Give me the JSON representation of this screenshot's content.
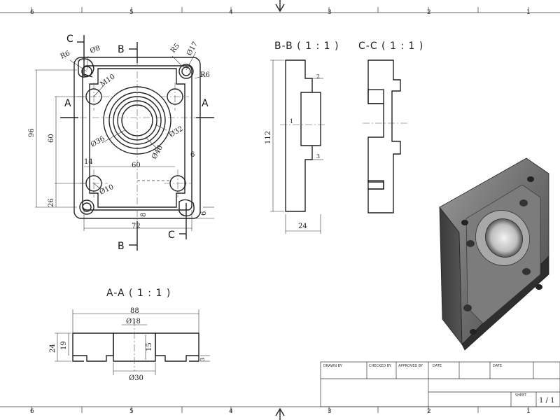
{
  "sheet": {
    "zones_top": [
      "6",
      "5",
      "4",
      "3",
      "2",
      "1"
    ],
    "zones_bottom": [
      "6",
      "5",
      "4",
      "3",
      "2",
      "1"
    ]
  },
  "views": {
    "bb_title": "B-B ( 1 : 1 )",
    "cc_title": "C-C ( 1 : 1 )",
    "aa_title": "A-A ( 1 : 1 )"
  },
  "section_labels": {
    "a": "A",
    "b": "B",
    "c": "C"
  },
  "front_dims": {
    "r6_a": "R6",
    "d8": "Ø8",
    "r5": "R5",
    "d17": "Ø17",
    "m10": "M10",
    "d36": "Ø36",
    "d32": "Ø32",
    "d46": "Ø46",
    "r6_b": "R6",
    "d10": "Ø10",
    "h96": "96",
    "h60": "60",
    "h26": "26",
    "w14": "14",
    "w60": "60",
    "w72": "72",
    "s6": "6",
    "s8": "8",
    "s6b": "6"
  },
  "bb_dims": {
    "h112": "112",
    "w24": "24",
    "s2": "2",
    "s1": "1",
    "s3": "3"
  },
  "aa_dims": {
    "w88": "88",
    "d18": "Ø18",
    "d30": "Ø30",
    "h24": "24",
    "h19": "19",
    "h15": "15",
    "s3": "3"
  },
  "title_block": {
    "c1": "DRAWN BY",
    "c2": "CHECKED BY",
    "c3": "APPROVED BY",
    "c4": "DATE",
    "c5": "DATE",
    "sheet_label": "SHEET",
    "sheet_value": "1 / 1"
  }
}
